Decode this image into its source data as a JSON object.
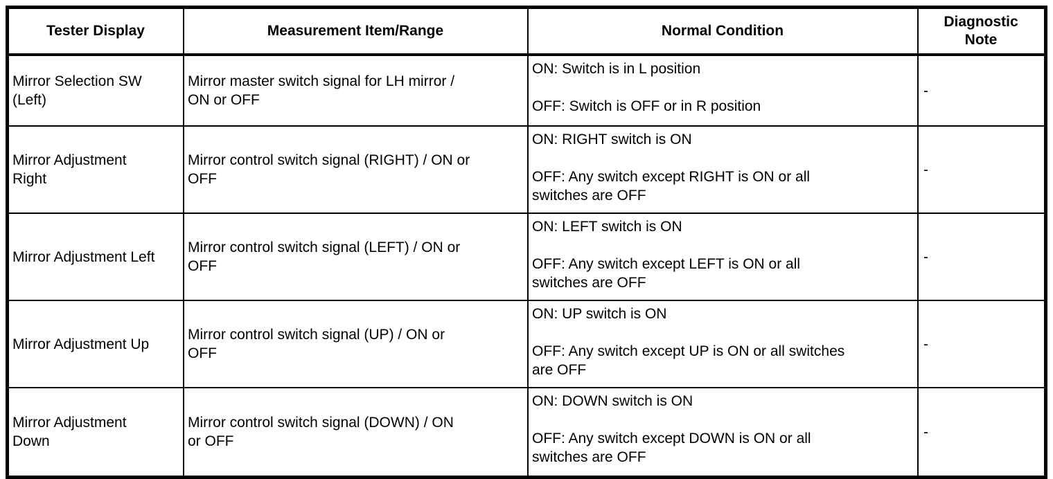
{
  "colors": {
    "border": "#000000",
    "text": "#000000",
    "background": "#ffffff"
  },
  "table": {
    "headers": [
      "Tester Display",
      "Measurement Item/Range",
      "Normal Condition",
      "Diagnostic\nNote"
    ],
    "rows": [
      {
        "tester_display": "Mirror Selection SW\n(Left)",
        "measurement": "Mirror master switch signal for LH mirror /\nON or OFF",
        "condition": "ON: Switch is in L position\n\nOFF: Switch is OFF or in R position",
        "note": "-"
      },
      {
        "tester_display": "Mirror Adjustment\nRight",
        "measurement": "Mirror control switch signal (RIGHT) / ON or\nOFF",
        "condition": "ON: RIGHT switch is ON\n\nOFF: Any switch except RIGHT is ON or all\nswitches are OFF",
        "note": "-"
      },
      {
        "tester_display": "Mirror Adjustment Left",
        "measurement": "Mirror control switch signal (LEFT) / ON or\nOFF",
        "condition": "ON: LEFT switch is ON\n\nOFF: Any switch except LEFT is ON or all\nswitches are OFF",
        "note": "-"
      },
      {
        "tester_display": "Mirror Adjustment Up",
        "measurement": "Mirror control switch signal (UP) / ON or\nOFF",
        "condition": "ON: UP switch is ON\n\nOFF: Any switch except UP is ON or all switches\nare OFF",
        "note": "-"
      },
      {
        "tester_display": "Mirror Adjustment\nDown",
        "measurement": "Mirror control switch signal (DOWN) / ON\nor OFF",
        "condition": "ON: DOWN switch is ON\n\nOFF: Any switch except DOWN is ON or all\nswitches are OFF",
        "note": "-"
      }
    ]
  }
}
